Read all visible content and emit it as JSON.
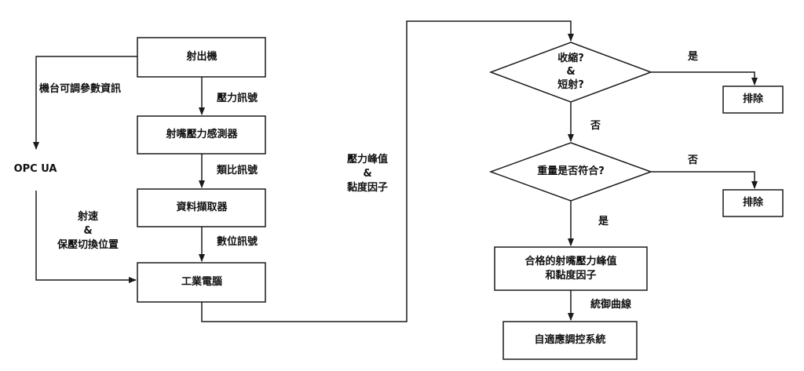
{
  "colors": {
    "line": "#1a1a1a",
    "box_fill": "#ffffff",
    "text": "#111111"
  },
  "boxes": {
    "injection_machine": "射出機",
    "nozzle_sensor": "射嘴壓力感測器",
    "data_acquisition": "資料擷取器",
    "industrial_pc": "工業電腦",
    "reject1": "排除",
    "reject2": "排除",
    "qualified_line1": "合格的射嘴壓力峰值",
    "qualified_line2": "和黏度因子",
    "adaptive_control": "自適應調控系統"
  },
  "decisions": {
    "shrink_short_line1": "收縮?",
    "shrink_short_line2": "&",
    "shrink_short_line3": "短射?",
    "weight_ok": "重量是否符合?"
  },
  "labels": {
    "opc_ua": "OPC UA",
    "machine_params": "機台可調參數資訊",
    "pressure_signal": "壓力訊號",
    "analog_signal": "類比訊號",
    "digital_signal": "數位訊號",
    "speed_line1": "射速",
    "speed_line2": "&",
    "speed_line3": "保壓切換位置",
    "peak_line1": "壓力峰值",
    "peak_line2": "&",
    "peak_line3": "黏度因子",
    "yes1": "是",
    "no1": "否",
    "no2": "否",
    "yes2": "是",
    "spc": "統御曲線"
  }
}
